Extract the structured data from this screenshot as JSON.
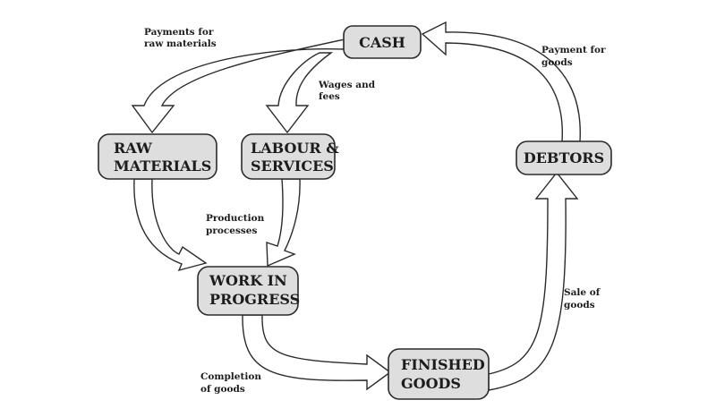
{
  "nodes": {
    "cash": {
      "line1": "CASH"
    },
    "raw_materials": {
      "line1": "RAW",
      "line2": "MATERIALS"
    },
    "labour_services": {
      "line1": "LABOUR &",
      "line2": "SERVICES"
    },
    "work_in_progress": {
      "line1": "WORK IN",
      "line2": "PROGRESS"
    },
    "finished_goods": {
      "line1": "FINISHED",
      "line2": "GOODS"
    },
    "debtors": {
      "line1": "DEBTORS"
    }
  },
  "edges": {
    "payments_raw": {
      "line1": "Payments for",
      "line2": "raw materials"
    },
    "wages_fees": {
      "line1": "Wages and",
      "line2": "fees"
    },
    "production": {
      "line1": "Production",
      "line2": "processes"
    },
    "completion": {
      "line1": "Completion",
      "line2": "of goods"
    },
    "sale": {
      "line1": "Sale of",
      "line2": "goods"
    },
    "payment_goods": {
      "line1": "Payment for",
      "line2": "goods"
    }
  },
  "colors": {
    "node_fill": "#dedede",
    "stroke": "#2b2b2b",
    "arrow_fill": "#ffffff"
  }
}
